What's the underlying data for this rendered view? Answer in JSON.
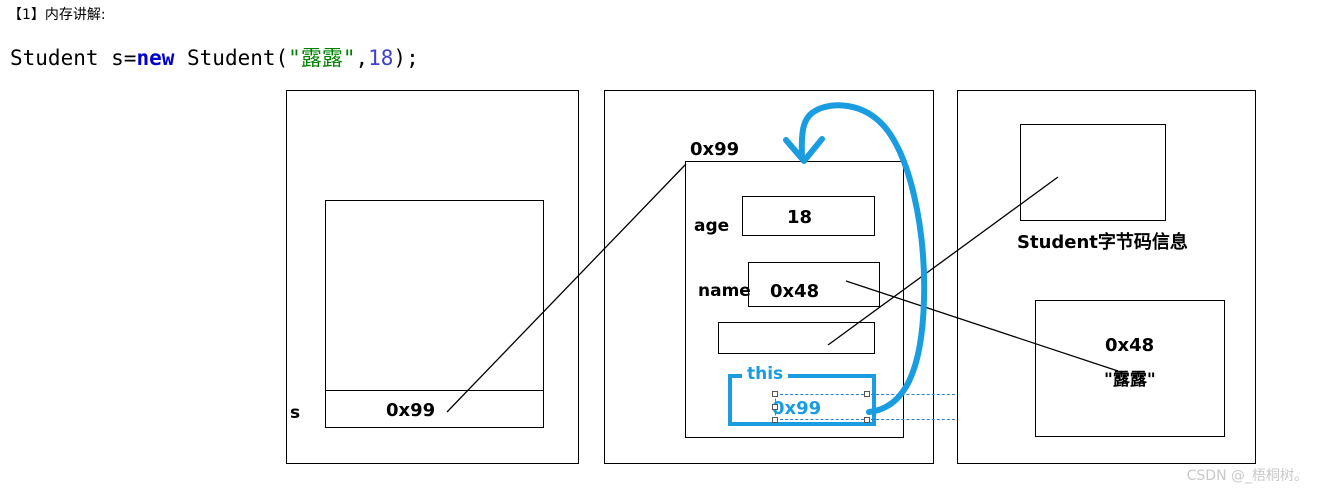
{
  "header": {
    "heading": "【1】内存讲解:",
    "code": {
      "part1": "Student s=",
      "keyword": "new",
      "part2": " Student(",
      "string": "\"露露\"",
      "comma": ",",
      "number": "18",
      "part3": ");"
    }
  },
  "stack": {
    "name": "stack-area",
    "var_label": "s",
    "var_value": "0x99"
  },
  "heap": {
    "name": "heap-area",
    "object_address": "0x99",
    "fields": [
      {
        "label": "age",
        "value": "18"
      },
      {
        "label": "name",
        "value": "0x48"
      },
      {
        "label": "",
        "value": ""
      }
    ],
    "this_box": {
      "title": "this",
      "value": "0x99"
    }
  },
  "method_area": {
    "name": "method-area",
    "bytecode_label": "Student字节码信息",
    "string_pool": {
      "address": "0x48",
      "value": "\"露露\""
    }
  },
  "colors": {
    "accent_blue": "#1a9de0",
    "selection_blue": "#2a7fd4",
    "keyword_blue": "#0000cc",
    "string_green": "#008000",
    "number_blue": "#4040d0",
    "outline_black": "#000000",
    "watermark_gray": "#c9c9c9"
  },
  "watermark": "CSDN @_梧桐树。"
}
